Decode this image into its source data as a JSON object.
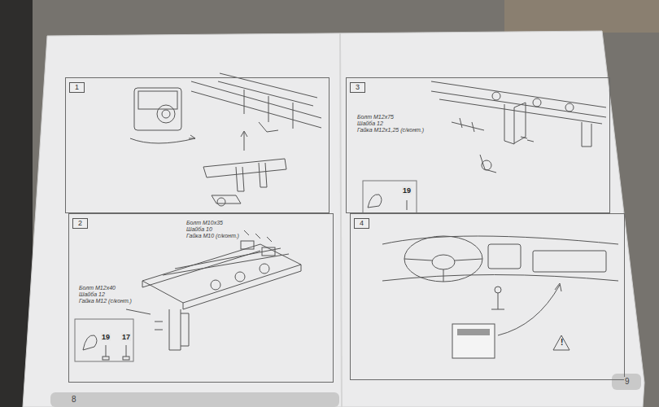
{
  "diagram": {
    "nodes": [
      {
        "text": [
          "1"
        ]
      },
      {
        "text": [
          "2"
        ]
      },
      {
        "text": [
          "3"
        ]
      },
      {
        "text": [
          "4"
        ]
      }
    ],
    "labels": [
      "Болт М10х35",
      "Шайба 10",
      "Гайка М10 (с/конт.)",
      "Болт М12х40",
      "Шайба 12",
      "Гайка М12 (с/конт.)",
      "19",
      "17",
      "Болт М12х75",
      "Шайба 12",
      "Гайка М12х1,25 (с/конт.)",
      "19",
      "!",
      "8",
      "9"
    ]
  }
}
